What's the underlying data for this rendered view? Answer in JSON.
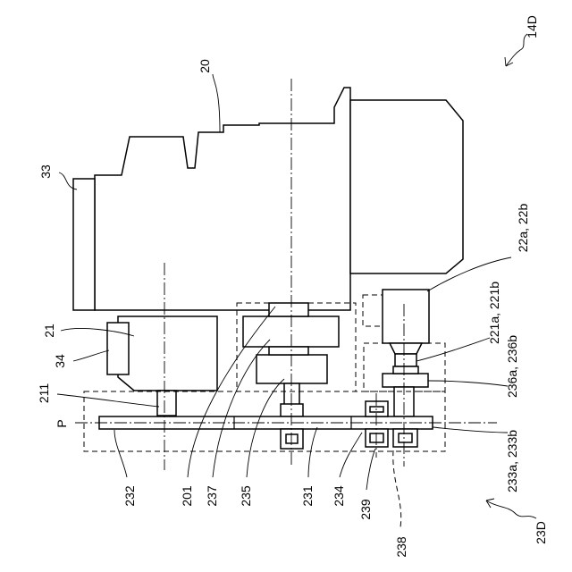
{
  "labels": {
    "l14D": "14D",
    "l20": "20",
    "l33": "33",
    "l21": "21",
    "l34": "34",
    "l211": "211",
    "lP": "P",
    "l232": "232",
    "l201": "201",
    "l237": "237",
    "l235": "235",
    "l231": "231",
    "l234": "234",
    "l239": "239",
    "l238": "238",
    "l23D": "23D",
    "l22": "22a, 22b",
    "l221": "221a, 221b",
    "l236": "236a, 236b",
    "l233": "233a, 233b"
  }
}
